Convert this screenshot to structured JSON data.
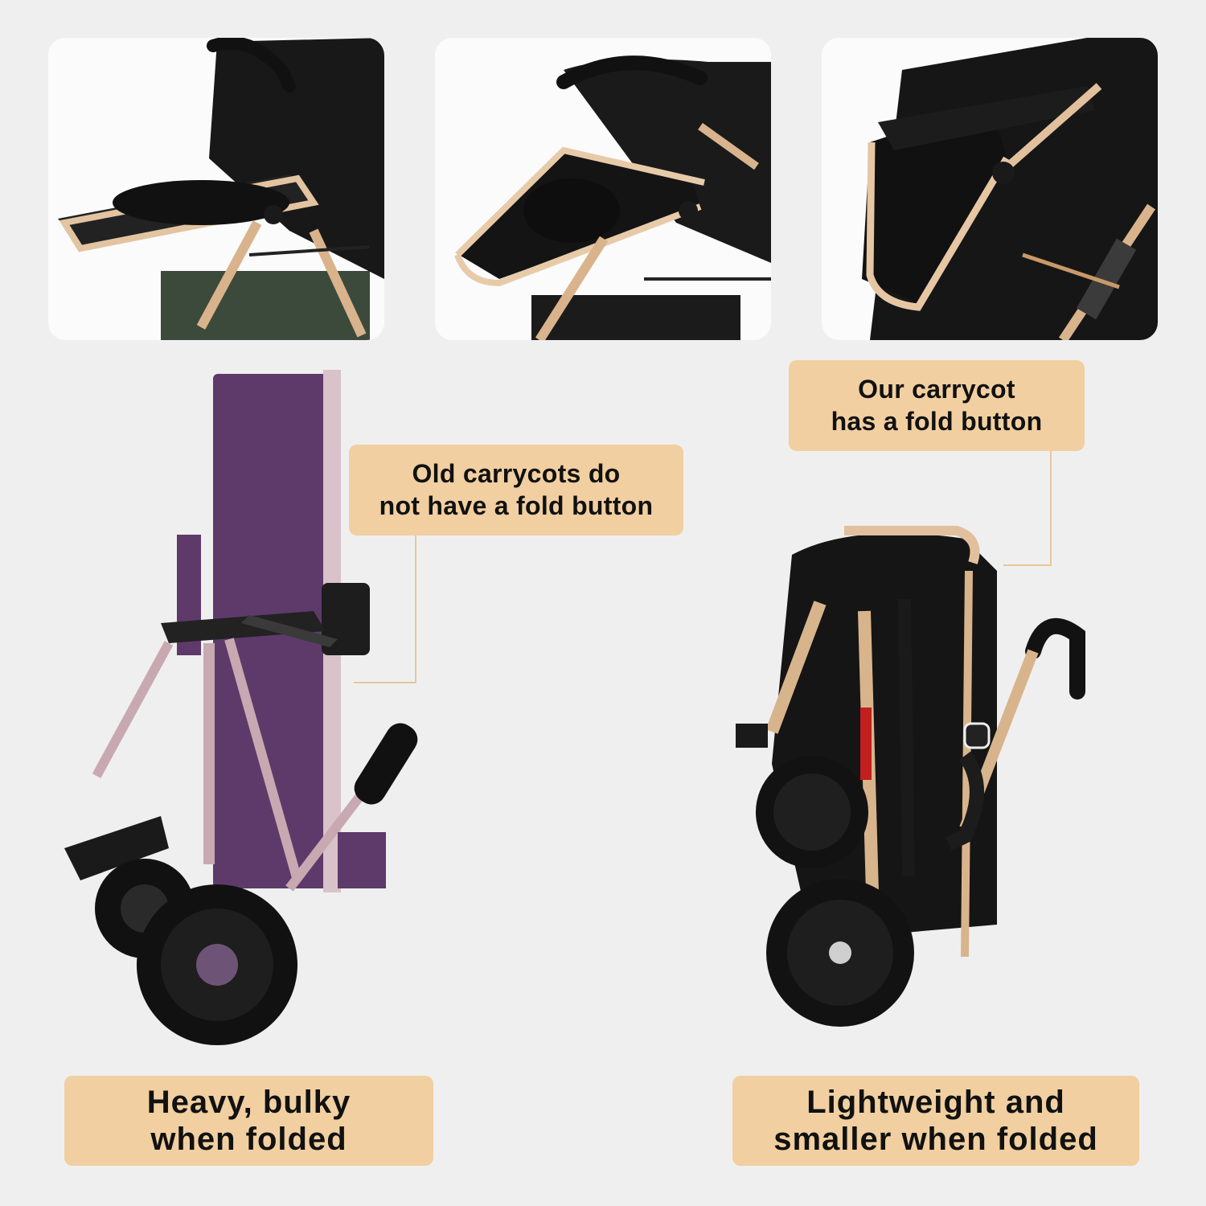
{
  "callouts": {
    "our_carrycot": [
      "Our carrycot",
      "has a fold button"
    ],
    "old_carrycots": [
      "Old carrycots do",
      "not have a fold button"
    ]
  },
  "captions": {
    "old": [
      "Heavy, bulky",
      "when folded"
    ],
    "new": [
      "Lightweight and",
      "smaller when folded"
    ]
  },
  "colors": {
    "background": "#efefef",
    "label_fill": "#f1cfa0",
    "frame_gold": "#d8b48c",
    "carrycot_purple": "#5e3a6b",
    "fabric_black": "#151515"
  }
}
